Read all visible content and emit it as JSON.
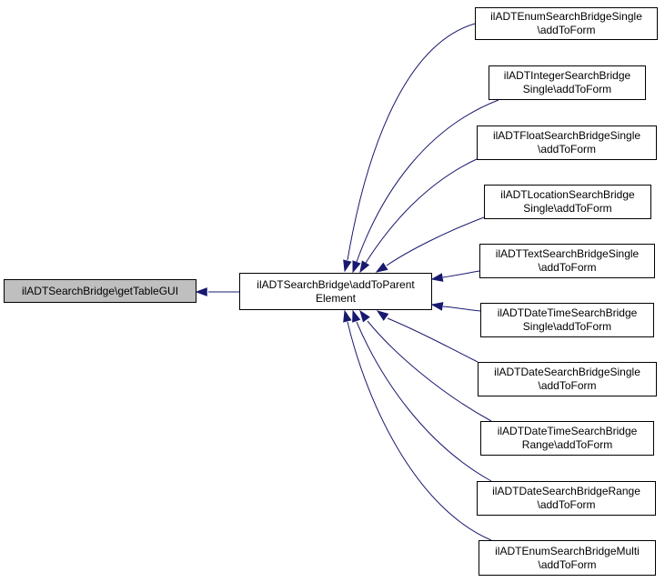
{
  "diagram": {
    "edge_color": "#191970",
    "root": {
      "lines": [
        "ilADTSearchBridge\\getTableGUI"
      ]
    },
    "middle": {
      "lines": [
        "ilADTSearchBridge\\addToParent",
        "Element"
      ]
    },
    "leaves": [
      {
        "lines": [
          "ilADTEnumSearchBridgeSingle",
          "\\addToForm"
        ]
      },
      {
        "lines": [
          "ilADTIntegerSearchBridge",
          "Single\\addToForm"
        ]
      },
      {
        "lines": [
          "ilADTFloatSearchBridgeSingle",
          "\\addToForm"
        ]
      },
      {
        "lines": [
          "ilADTLocationSearchBridge",
          "Single\\addToForm"
        ]
      },
      {
        "lines": [
          "ilADTTextSearchBridgeSingle",
          "\\addToForm"
        ]
      },
      {
        "lines": [
          "ilADTDateTimeSearchBridge",
          "Single\\addToForm"
        ]
      },
      {
        "lines": [
          "ilADTDateSearchBridgeSingle",
          "\\addToForm"
        ]
      },
      {
        "lines": [
          "ilADTDateTimeSearchBridge",
          "Range\\addToForm"
        ]
      },
      {
        "lines": [
          "ilADTDateSearchBridgeRange",
          "\\addToForm"
        ]
      },
      {
        "lines": [
          "ilADTEnumSearchBridgeMulti",
          "\\addToForm"
        ]
      }
    ]
  }
}
